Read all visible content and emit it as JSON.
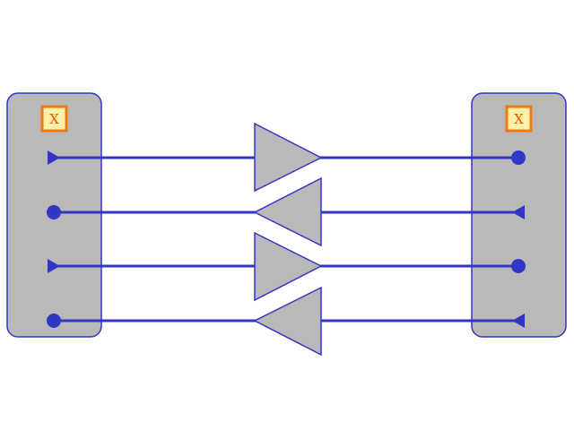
{
  "colors": {
    "background": "#ffffff",
    "panel_fill": "#b9b9b9",
    "line": "#3236c4",
    "badge_fill": "#fff0a8",
    "badge_border": "#f07a10",
    "badge_text": "#e05a00"
  },
  "left_panel": {
    "badge": "X",
    "ports": [
      {
        "type": "triangle-output"
      },
      {
        "type": "circle"
      },
      {
        "type": "triangle-output"
      },
      {
        "type": "circle"
      }
    ]
  },
  "right_panel": {
    "badge": "X",
    "ports": [
      {
        "type": "circle"
      },
      {
        "type": "triangle-input"
      },
      {
        "type": "circle"
      },
      {
        "type": "triangle-input"
      }
    ]
  },
  "channels": [
    {
      "direction": "right"
    },
    {
      "direction": "left"
    },
    {
      "direction": "right"
    },
    {
      "direction": "left"
    }
  ]
}
